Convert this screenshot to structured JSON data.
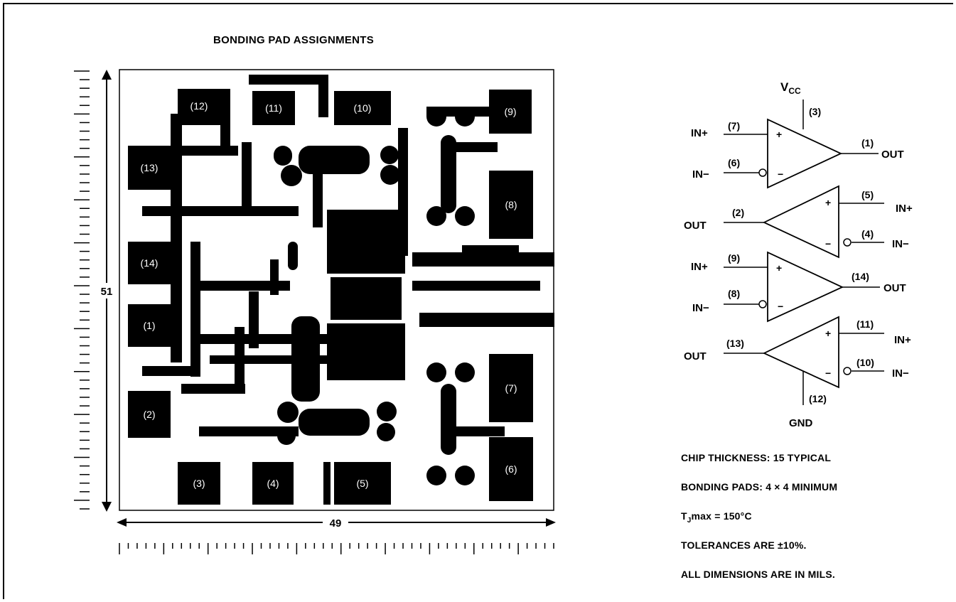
{
  "title": "BONDING PAD ASSIGNMENTS",
  "dimensions": {
    "height_label": "51",
    "width_label": "49"
  },
  "pads": [
    {
      "label": "(12)"
    },
    {
      "label": "(11)"
    },
    {
      "label": "(10)"
    },
    {
      "label": "(9)"
    },
    {
      "label": "(13)"
    },
    {
      "label": "(8)"
    },
    {
      "label": "(14)"
    },
    {
      "label": "(1)"
    },
    {
      "label": "(7)"
    },
    {
      "label": "(2)"
    },
    {
      "label": "(3)"
    },
    {
      "label": "(4)"
    },
    {
      "label": "(5)"
    },
    {
      "label": "(6)"
    }
  ],
  "schematic": {
    "vcc": "V",
    "vcc_sub": "CC",
    "vcc_pin": "(3)",
    "gnd": "GND",
    "gnd_pin": "(12)",
    "amp1": {
      "in_plus": "IN+",
      "in_plus_pin": "(7)",
      "in_minus": "IN−",
      "in_minus_pin": "(6)",
      "out": "OUT",
      "out_pin": "(1)"
    },
    "amp2": {
      "in_plus": "IN+",
      "in_plus_pin": "(5)",
      "in_minus": "IN−",
      "in_minus_pin": "(4)",
      "out": "OUT",
      "out_pin": "(2)"
    },
    "amp3": {
      "in_plus": "IN+",
      "in_plus_pin": "(9)",
      "in_minus": "IN−",
      "in_minus_pin": "(8)",
      "out": "OUT",
      "out_pin": "(14)"
    },
    "amp4": {
      "in_plus": "IN+",
      "in_plus_pin": "(11)",
      "in_minus": "IN−",
      "in_minus_pin": "(10)",
      "out": "OUT",
      "out_pin": "(13)"
    },
    "plus_sign": "+",
    "minus_sign": "−"
  },
  "notes": {
    "thickness": "CHIP THICKNESS: 15 TYPICAL",
    "pads": "BONDING PADS: 4 × 4 MINIMUM",
    "tj_prefix": "T",
    "tj_sub": "J",
    "tj_suffix": "max = 150°C",
    "tolerances": "TOLERANCES ARE ±10%.",
    "dimensions": "ALL DIMENSIONS ARE IN MILS."
  }
}
